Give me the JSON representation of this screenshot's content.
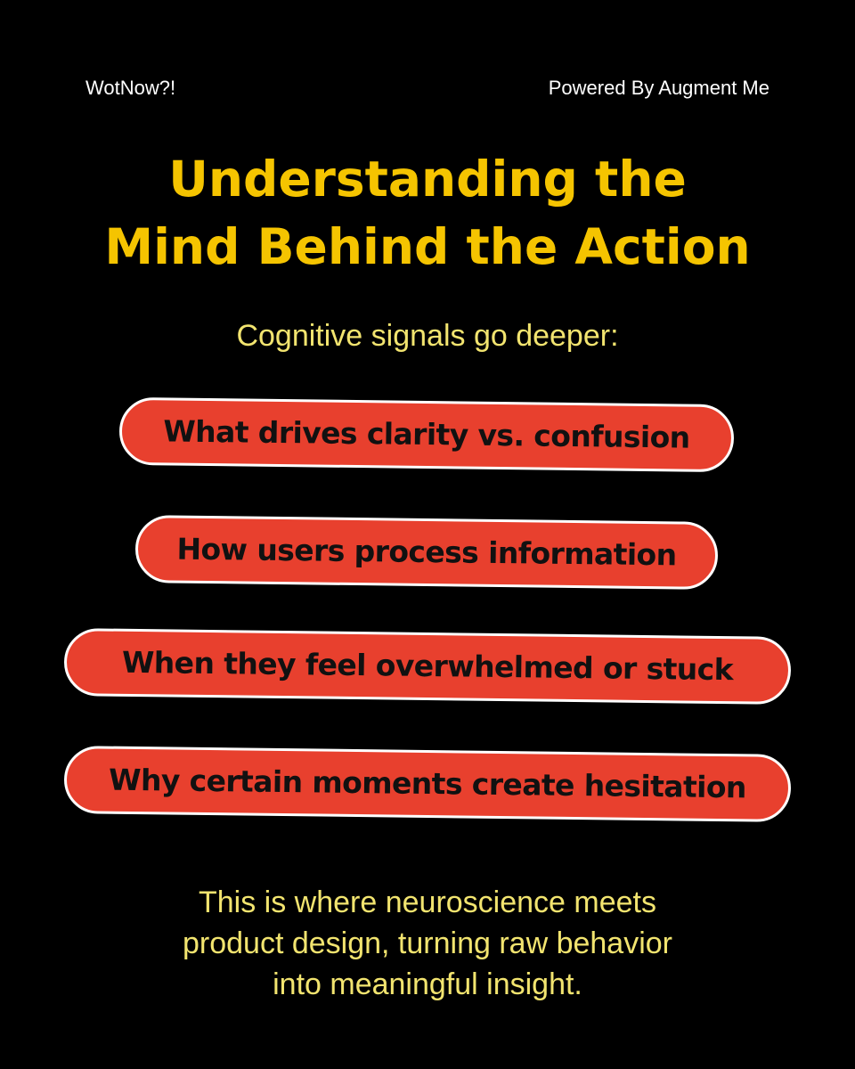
{
  "header": {
    "brand_left": "WotNow?!",
    "brand_right": "Powered By Augment Me"
  },
  "title": {
    "line1": "Understanding the",
    "line2": "Mind Behind the Action"
  },
  "subtitle": "Cognitive signals go deeper:",
  "signals": [
    "What drives clarity vs. confusion",
    "How users process information",
    "When they feel overwhelmed or stuck",
    "Why certain moments create hesitation"
  ],
  "footer": {
    "line1": "This is where neuroscience meets",
    "line2": "product design, turning raw behavior",
    "line3": "into meaningful insight."
  },
  "colors": {
    "background": "#000000",
    "title": "#f5c400",
    "body_text": "#f2e46f",
    "pill_fill": "#e8402e",
    "pill_border": "#ffffff",
    "pill_text": "#111111"
  }
}
